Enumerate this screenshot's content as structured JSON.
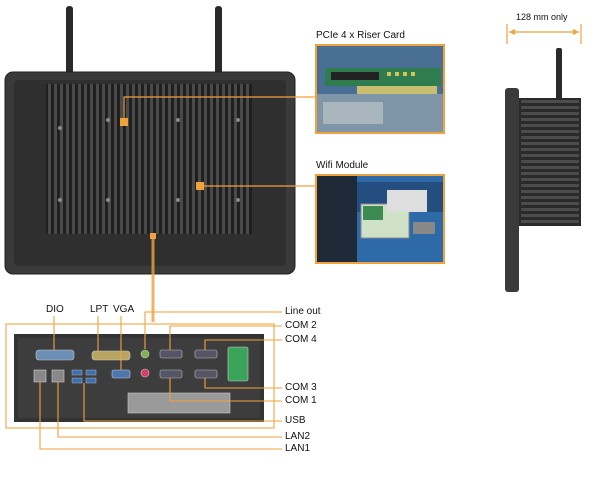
{
  "dimension": {
    "width_label": "128 mm only"
  },
  "callouts": {
    "pcie": {
      "title": "PCIe 4 x Riser Card"
    },
    "wifi": {
      "title": "Wifi Module"
    }
  },
  "ports": {
    "dio": "DIO",
    "lpt": "LPT",
    "vga": "VGA",
    "line_out": "Line out",
    "com2": "COM 2",
    "com4": "COM 4",
    "com3": "COM 3",
    "com1": "COM 1",
    "usb": "USB",
    "lan2": "LAN2",
    "lan1": "LAN1"
  },
  "colors": {
    "accent": "#f0a23c",
    "chassis": "#3a3a3a",
    "pcb_green": "#2f7d4e",
    "pcb_blue": "#2e6aa8"
  }
}
